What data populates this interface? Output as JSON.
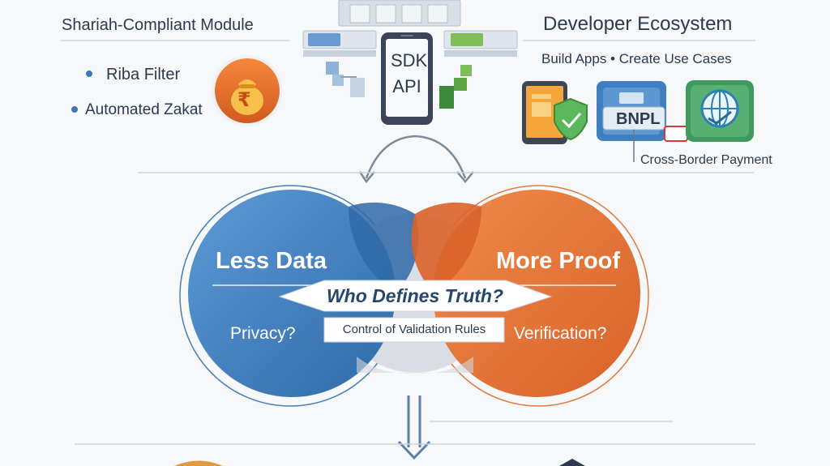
{
  "shariah": {
    "title": "Shariah-Compliant Module",
    "items": [
      "Riba Filter",
      "Automated Zakat"
    ],
    "coin_symbol": "₹"
  },
  "sdk": {
    "line1": "SDK",
    "line2": "API"
  },
  "developer": {
    "title": "Developer Ecosystem",
    "subtitle": "Build Apps • Create Use Cases",
    "bnpl_label": "BNPL",
    "cross_border_label": "Cross-Border Payment"
  },
  "venn": {
    "left_title": "Less Data",
    "left_sub": "Privacy?",
    "right_title": "More Proof",
    "right_sub": "Verification?",
    "center_title": "Who Defines Truth?",
    "center_sub": "Control of Validation Rules"
  },
  "colors": {
    "blue": "#3f7fc0",
    "orange": "#e8773a",
    "gray": "#d9dde3",
    "text_dark": "#2b3a4e"
  }
}
